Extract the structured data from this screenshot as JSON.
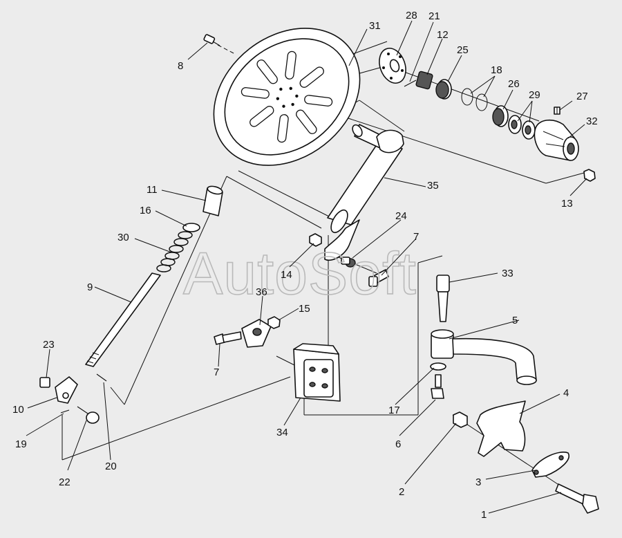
{
  "watermark": "AutoSoft",
  "callouts": [
    "1",
    "2",
    "3",
    "4",
    "5",
    "6",
    "7",
    "8",
    "9",
    "10",
    "11",
    "12",
    "13",
    "14",
    "15",
    "16",
    "17",
    "18",
    "19",
    "20",
    "21",
    "22",
    "23",
    "24",
    "25",
    "26",
    "27",
    "28",
    "29",
    "30",
    "31",
    "32",
    "33",
    "34",
    "35",
    "36"
  ]
}
